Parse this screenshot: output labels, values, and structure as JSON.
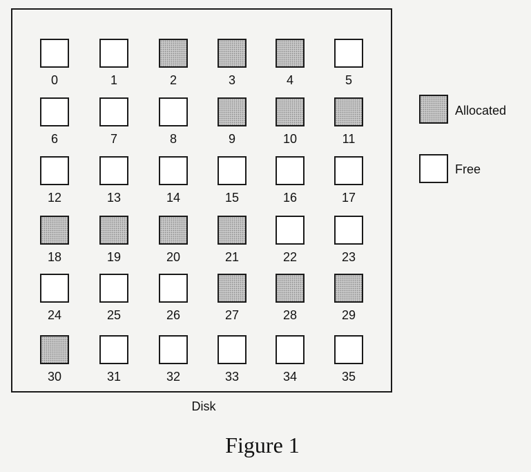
{
  "disk": {
    "label": "Disk",
    "blocks": [
      {
        "number": "0",
        "state": "free"
      },
      {
        "number": "1",
        "state": "free"
      },
      {
        "number": "2",
        "state": "allocated"
      },
      {
        "number": "3",
        "state": "allocated"
      },
      {
        "number": "4",
        "state": "allocated"
      },
      {
        "number": "5",
        "state": "free"
      },
      {
        "number": "6",
        "state": "free"
      },
      {
        "number": "7",
        "state": "free"
      },
      {
        "number": "8",
        "state": "free"
      },
      {
        "number": "9",
        "state": "allocated"
      },
      {
        "number": "10",
        "state": "allocated"
      },
      {
        "number": "11",
        "state": "allocated"
      },
      {
        "number": "12",
        "state": "free"
      },
      {
        "number": "13",
        "state": "free"
      },
      {
        "number": "14",
        "state": "free"
      },
      {
        "number": "15",
        "state": "free"
      },
      {
        "number": "16",
        "state": "free"
      },
      {
        "number": "17",
        "state": "free"
      },
      {
        "number": "18",
        "state": "allocated"
      },
      {
        "number": "19",
        "state": "allocated"
      },
      {
        "number": "20",
        "state": "allocated"
      },
      {
        "number": "21",
        "state": "allocated"
      },
      {
        "number": "22",
        "state": "free"
      },
      {
        "number": "23",
        "state": "free"
      },
      {
        "number": "24",
        "state": "free"
      },
      {
        "number": "25",
        "state": "free"
      },
      {
        "number": "26",
        "state": "free"
      },
      {
        "number": "27",
        "state": "allocated"
      },
      {
        "number": "28",
        "state": "allocated"
      },
      {
        "number": "29",
        "state": "allocated"
      },
      {
        "number": "30",
        "state": "allocated"
      },
      {
        "number": "31",
        "state": "free"
      },
      {
        "number": "32",
        "state": "free"
      },
      {
        "number": "33",
        "state": "free"
      },
      {
        "number": "34",
        "state": "free"
      },
      {
        "number": "35",
        "state": "free"
      }
    ]
  },
  "legend": {
    "allocated_label": "Allocated",
    "free_label": "Free"
  },
  "caption": "Figure 1"
}
